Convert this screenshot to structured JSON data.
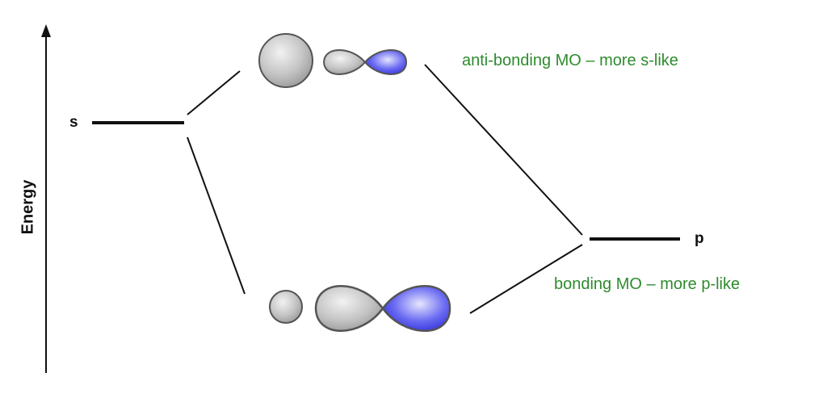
{
  "axis": {
    "label": "Energy"
  },
  "levels": {
    "s_label": "s",
    "p_label": "p"
  },
  "orbitals": {
    "antibonding_label": "anti-bonding MO – more s-like",
    "bonding_label": "bonding MO – more p-like"
  },
  "colors": {
    "line": "#111111",
    "label_green": "#2e8b2e",
    "lobe_gray": "#c8c8c8",
    "lobe_blue": "#3f3fe6"
  }
}
